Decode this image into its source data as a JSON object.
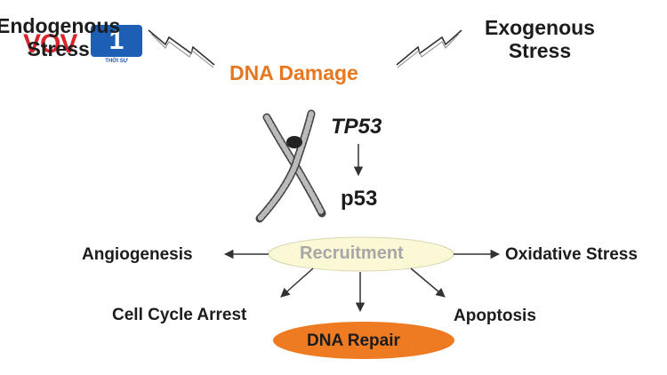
{
  "labels": {
    "endogenous_line1": "Endogenous",
    "endogenous_line2": "Stress",
    "exogenous_line1": "Exogenous",
    "exogenous_line2": "Stress",
    "dna_damage": "DNA Damage",
    "tp53": "TP53",
    "p53": "p53",
    "recruitment": "Recruitment",
    "angiogenesis": "Angiogenesis",
    "oxidative_stress": "Oxidative Stress",
    "cell_cycle_arrest": "Cell Cycle Arrest",
    "apoptosis": "Apoptosis",
    "dna_repair": "DNA Repair"
  },
  "logo": {
    "text": "VOV",
    "badge": "1",
    "sub": "THỜI SỰ"
  },
  "colors": {
    "dna_damage_text": "#e8771f",
    "dna_repair_fill": "#ee7a22",
    "recruitment_fill": "#fbf8d6",
    "recruitment_text": "#a7a7a7",
    "arrow": "#333333"
  }
}
